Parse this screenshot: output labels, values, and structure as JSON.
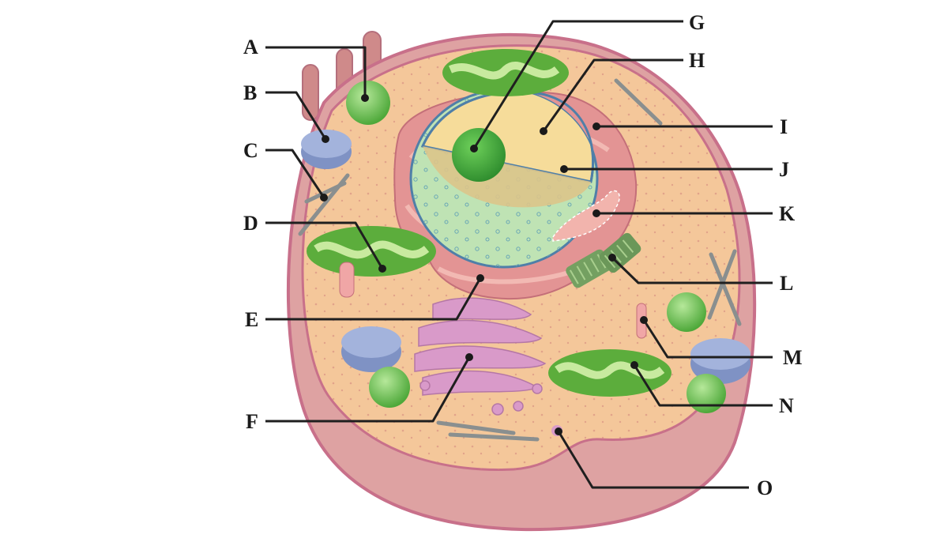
{
  "diagram": {
    "labels": {
      "A": "A",
      "B": "B",
      "C": "C",
      "D": "D",
      "E": "E",
      "F": "F",
      "G": "G",
      "H": "H",
      "I": "I",
      "J": "J",
      "K": "K",
      "L": "L",
      "M": "M",
      "N": "N",
      "O": "O"
    },
    "colors": {
      "background": "#ffffff",
      "membrane": "#c8708a",
      "cell_outer": "#dba0a0",
      "cytoplasm": "#f4c79a",
      "nucleus": "#bfe3b4",
      "nuclear_envelope": "#4f7fa8",
      "nucleolus": "#3fa33f",
      "nucleoplasm_cut": "#f6dc9a",
      "rough_er": "#e39494",
      "mitochondria": "#6fbf4e",
      "golgi": "#d99ac9",
      "lysosome_vacuole": "#8a9fd0",
      "vesicle": "#79c956",
      "centriole": "#74a061",
      "cytoskeleton": "#8a8f8f",
      "leader_line": "#1f1f1f"
    }
  }
}
